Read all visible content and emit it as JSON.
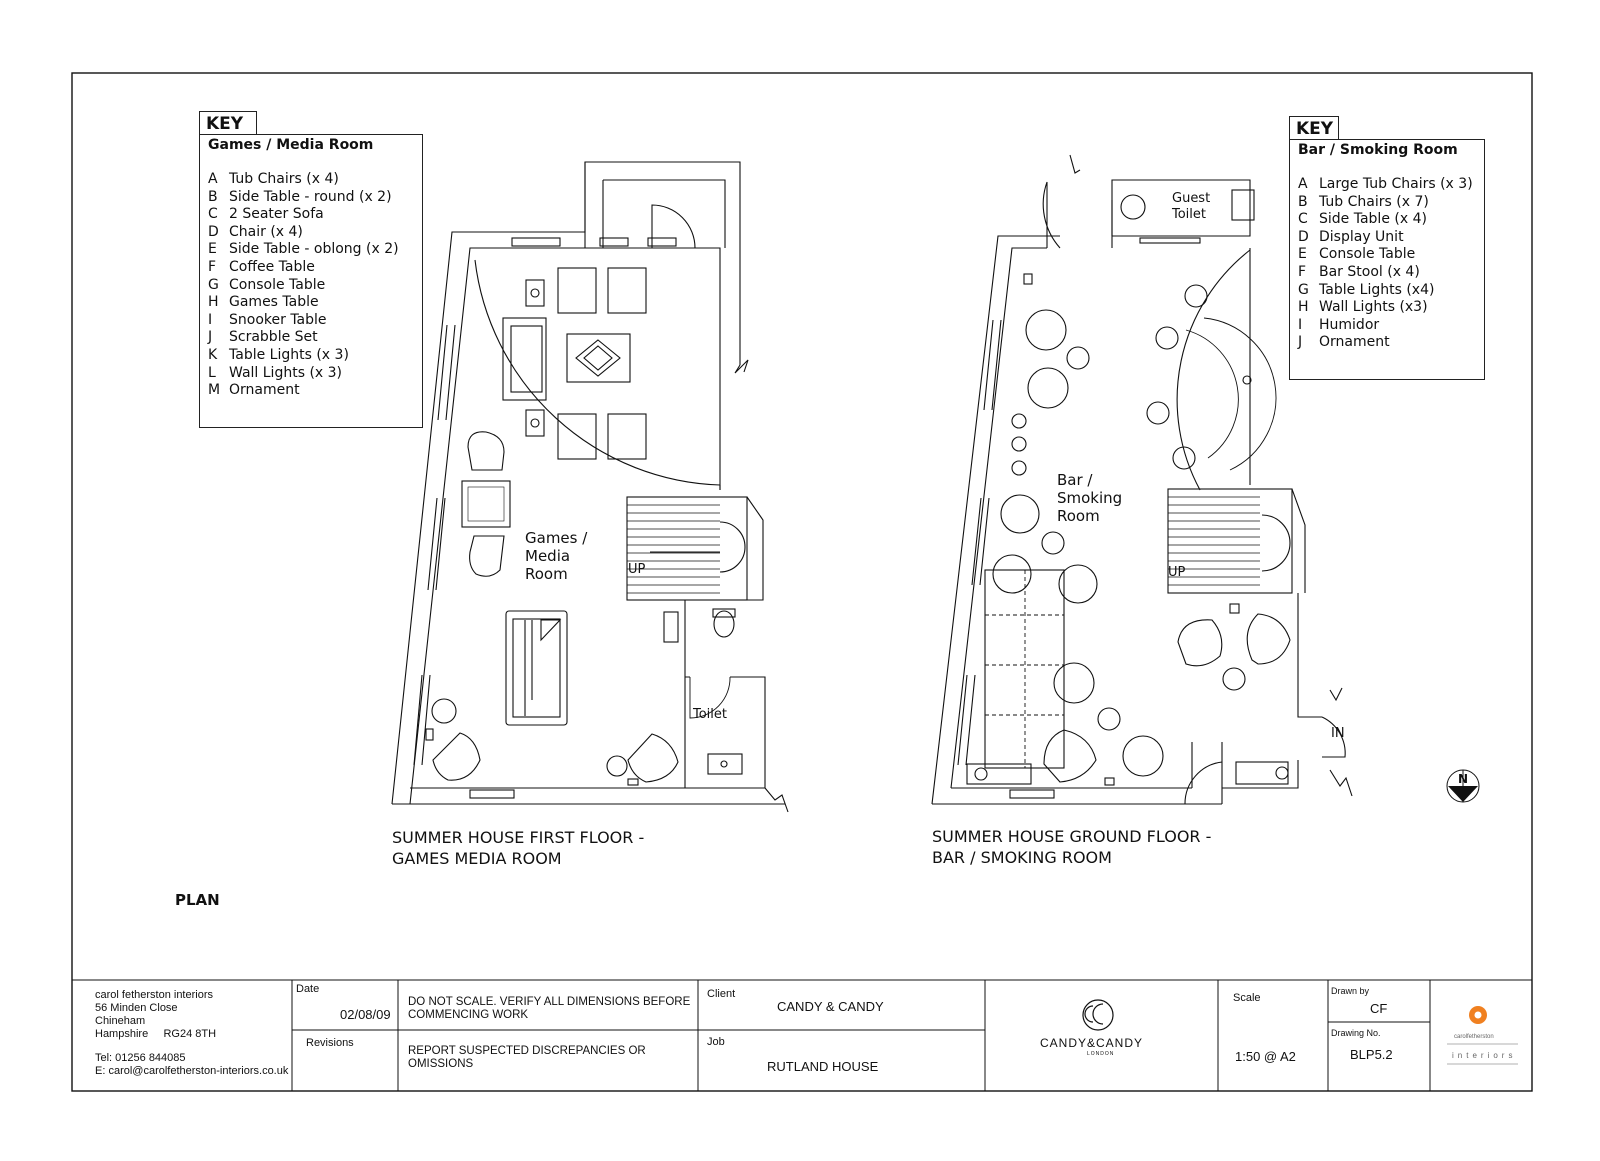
{
  "sheet_label": "PLAN",
  "key_games": {
    "tab": "KEY",
    "title": "Games / Media Room",
    "items": [
      {
        "letter": "A",
        "text": "Tub Chairs (x 4)"
      },
      {
        "letter": "B",
        "text": "Side Table - round (x 2)"
      },
      {
        "letter": "C",
        "text": "2 Seater Sofa"
      },
      {
        "letter": "D",
        "text": "Chair (x 4)"
      },
      {
        "letter": "E",
        "text": "Side Table - oblong (x 2)"
      },
      {
        "letter": "F",
        "text": "Coffee Table"
      },
      {
        "letter": "G",
        "text": "Console Table"
      },
      {
        "letter": "H",
        "text": "Games Table"
      },
      {
        "letter": "I",
        "text": "Snooker Table"
      },
      {
        "letter": "J",
        "text": "Scrabble Set"
      },
      {
        "letter": "K",
        "text": "Table Lights (x 3)"
      },
      {
        "letter": "L",
        "text": "Wall Lights (x 3)"
      },
      {
        "letter": "M",
        "text": "Ornament"
      }
    ]
  },
  "key_bar": {
    "tab": "KEY",
    "title": "Bar / Smoking Room",
    "items": [
      {
        "letter": "A",
        "text": "Large Tub Chairs (x 3)"
      },
      {
        "letter": "B",
        "text": "Tub Chairs (x 7)"
      },
      {
        "letter": "C",
        "text": "Side Table (x 4)"
      },
      {
        "letter": "D",
        "text": "Display Unit"
      },
      {
        "letter": "E",
        "text": "Console Table"
      },
      {
        "letter": "F",
        "text": "Bar Stool (x 4)"
      },
      {
        "letter": "G",
        "text": "Table Lights (x4)"
      },
      {
        "letter": "H",
        "text": "Wall Lights (x3)"
      },
      {
        "letter": "I",
        "text": "Humidor"
      },
      {
        "letter": "J",
        "text": "Ornament"
      }
    ]
  },
  "plan_first": {
    "room_line1": "Games /",
    "room_line2": "Media",
    "room_line3": "Room",
    "toilet": "Toilet",
    "up": "UP",
    "caption_line1": "SUMMER HOUSE FIRST FLOOR -",
    "caption_line2": "GAMES MEDIA ROOM"
  },
  "plan_ground": {
    "room_line1": "Bar /",
    "room_line2": "Smoking",
    "room_line3": "Room",
    "guest_line1": "Guest",
    "guest_line2": "Toilet",
    "up": "UP",
    "in": "IN",
    "north": "N",
    "caption_line1": "SUMMER HOUSE GROUND FLOOR -",
    "caption_line2": "BAR / SMOKING ROOM"
  },
  "title_block": {
    "company_lines": [
      "carol fetherston interiors",
      "56 Minden Close",
      "Chineham",
      "Hampshire     RG24 8TH"
    ],
    "tel": "Tel: 01256 844085",
    "email": "E: carol@carolfetherston-interiors.co.uk",
    "date_label": "Date",
    "date_value": "02/08/09",
    "revisions_label": "Revisions",
    "note1_line1": "DO NOT SCALE.  VERIFY ALL DIMENSIONS BEFORE",
    "note1_line2": "COMMENCING WORK",
    "note2_line1": "REPORT SUSPECTED DISCREPANCIES OR",
    "note2_line2": "OMISSIONS",
    "client_label": "Client",
    "client_value": "CANDY & CANDY",
    "job_label": "Job",
    "job_value": "RUTLAND HOUSE",
    "logo_text": "CANDY&CANDY",
    "logo_sub": "LONDON",
    "scale_label": "Scale",
    "scale_value": "1:50 @ A2",
    "drawn_label": "Drawn by",
    "drawn_value": "CF",
    "drawing_label": "Drawing No.",
    "drawing_value": "BLP5.2",
    "brand_line1": "carolfetherston",
    "brand_line2": "interiors"
  }
}
